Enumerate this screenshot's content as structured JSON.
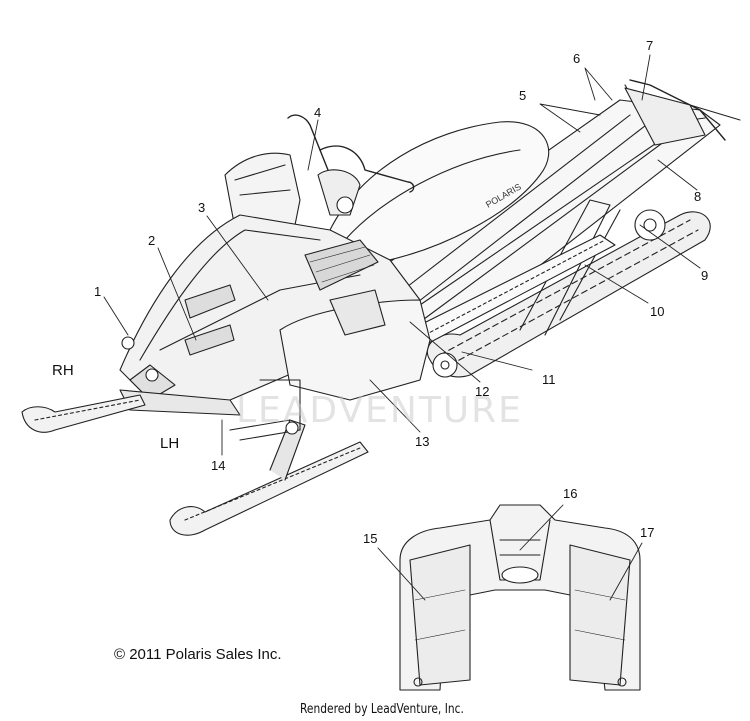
{
  "diagram": {
    "callouts": [
      "1",
      "2",
      "3",
      "4",
      "5",
      "6",
      "7",
      "8",
      "9",
      "10",
      "11",
      "12",
      "13",
      "14",
      "15",
      "16",
      "17"
    ],
    "side_labels": {
      "right": "RH",
      "left": "LH"
    },
    "brand_on_seat": "POLARIS",
    "watermark": "LEADVENTURE",
    "copyright": "© 2011 Polaris Sales Inc.",
    "rendered_by": "Rendered by LeadVenture, Inc."
  }
}
